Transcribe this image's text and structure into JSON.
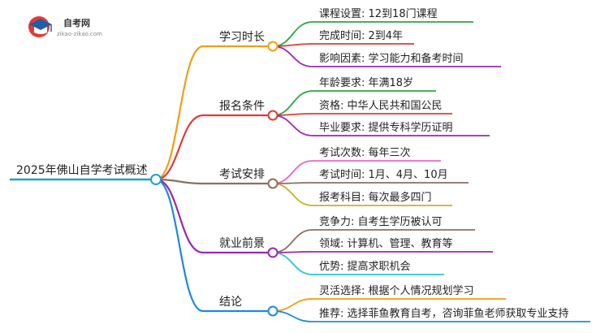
{
  "logo": {
    "title": "自考网",
    "url": "zikao-zikao.com"
  },
  "root": {
    "label": "2025年佛山自学考试概述"
  },
  "colors": {
    "root_line": "#1f9fd0",
    "branches": [
      "#f39c12",
      "#e53935",
      "#8d6e63",
      "#9c27b0",
      "#1e88e5"
    ],
    "leaves": [
      [
        "#27a844",
        "#e53935",
        "#9c27b0"
      ],
      [
        "#27a844",
        "#e53935",
        "#9c27b0"
      ],
      [
        "#ec64c8",
        "#8d6e63",
        "#c7b02a"
      ],
      [
        "#8d6e63",
        "#9c27b0",
        "#26c6da"
      ],
      [
        "#f39c12",
        "#1e88e5"
      ]
    ]
  },
  "branches": [
    {
      "label": "学习时长",
      "leaves": [
        "课程设置: 12到18门课程",
        "完成时间: 2到4年",
        "影响因素: 学习能力和备考时间"
      ]
    },
    {
      "label": "报名条件",
      "leaves": [
        "年龄要求: 年满18岁",
        "资格: 中华人民共和国公民",
        "毕业要求: 提供专科学历证明"
      ]
    },
    {
      "label": "考试安排",
      "leaves": [
        "考试次数: 每年三次",
        "考试时间: 1月、4月、10月",
        "报考科目: 每次最多四门"
      ]
    },
    {
      "label": "就业前景",
      "leaves": [
        "竞争力: 自考生学历被认可",
        "领域: 计算机、管理、教育等",
        "优势: 提高求职机会"
      ]
    },
    {
      "label": "结论",
      "leaves": [
        "灵活选择: 根据个人情况规划学习",
        "推荐: 选择菲鱼教育自考，咨询菲鱼老师获取专业支持"
      ]
    }
  ]
}
